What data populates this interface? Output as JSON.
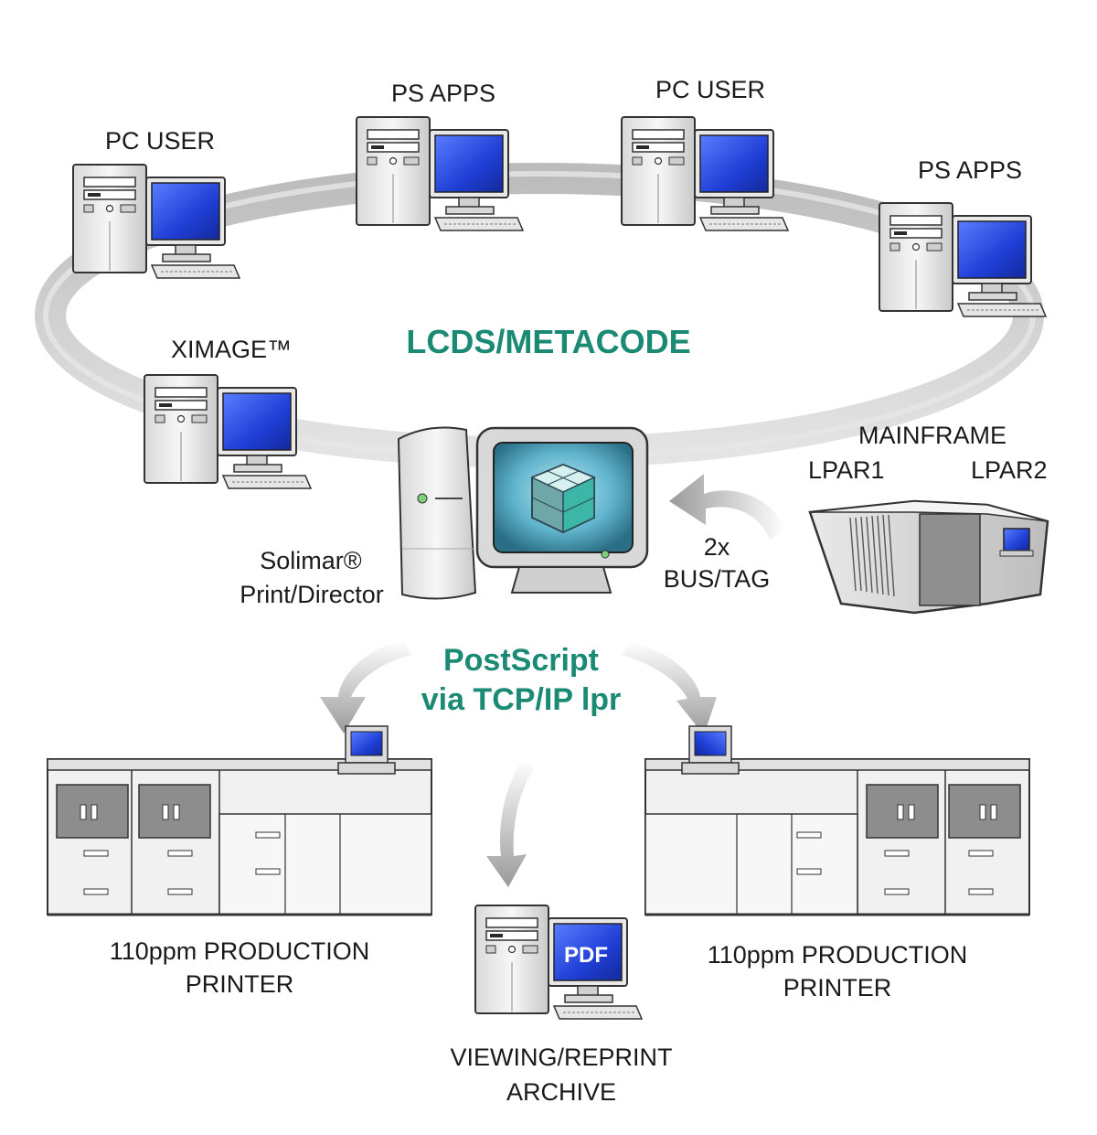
{
  "labels": {
    "pc_user_left": "PC USER",
    "ps_apps_top": "PS APPS",
    "pc_user_top": "PC USER",
    "ps_apps_right": "PS APPS",
    "ximage": "XIMAGE™",
    "ring_title": "LCDS/METACODE",
    "mainframe": "MAINFRAME",
    "lpar1": "LPAR1",
    "lpar2": "LPAR2",
    "link_count": "2x",
    "link_type": "BUS/TAG",
    "solimar_line1": "Solimar®",
    "solimar_line2": "Print/Director",
    "protocol_line1": "PostScript",
    "protocol_line2": "via TCP/IP lpr",
    "printer_left_line1": "110ppm PRODUCTION",
    "printer_left_line2": "PRINTER",
    "printer_right_line1": "110ppm PRODUCTION",
    "printer_right_line2": "PRINTER",
    "archive_line1": "VIEWING/REPRINT",
    "archive_line2": "ARCHIVE",
    "pdf_badge": "PDF"
  },
  "colors": {
    "accent_teal": "#1a8a74",
    "monitor_blue": "#1f3fd6",
    "ring_gray": "#c8c8c8",
    "device_light": "#eeeeee",
    "outline": "#333333"
  }
}
